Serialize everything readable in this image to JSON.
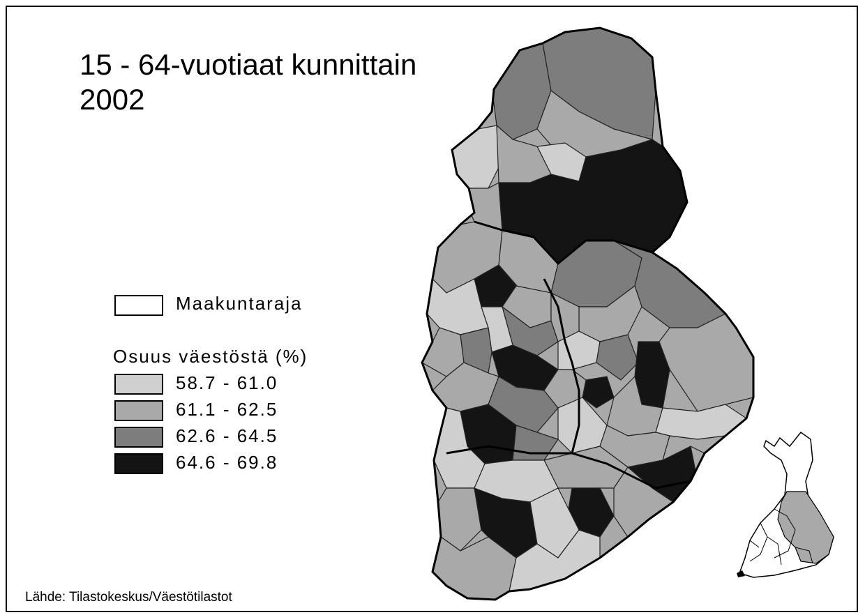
{
  "title": {
    "line1": "15 - 64-vuotiaat kunnittain",
    "line2": "2002"
  },
  "legend": {
    "boundary_label": "Maakuntaraja",
    "heading": "Osuus väestöstä (%)",
    "classes": [
      {
        "label": "58.7 - 61.0",
        "color": "#cfcfcf"
      },
      {
        "label": "61.1 - 62.5",
        "color": "#a9a9a9"
      },
      {
        "label": "62.6 - 64.5",
        "color": "#7d7d7d"
      },
      {
        "label": "64.6 - 69.8",
        "color": "#141414"
      }
    ]
  },
  "source": "Lähde: Tilastokeskus/Väestötilastot"
}
